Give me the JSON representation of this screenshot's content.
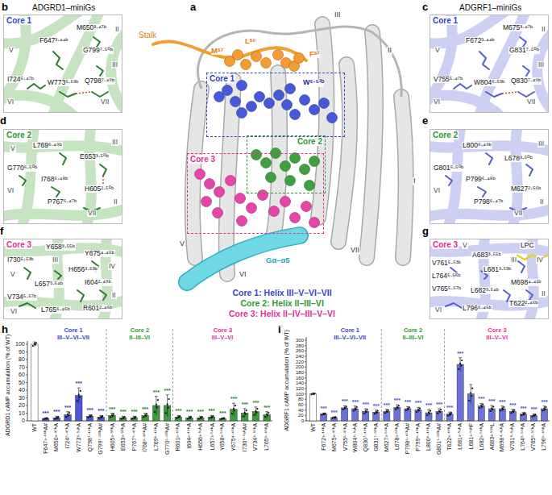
{
  "diagram": {
    "nodes": [
      {
        "text": [
          "Core 1"
        ]
      },
      {
        "text": [
          "Core 1"
        ]
      },
      {
        "text": [
          "Core 2"
        ]
      },
      {
        "text": [
          "Core 3"
        ]
      },
      {
        "text": [
          "Core 1"
        ]
      },
      {
        "text": [
          "Core 2"
        ]
      },
      {
        "text": [
          "Core 2"
        ]
      },
      {
        "text": [
          "Core 3"
        ]
      },
      {
        "text": [
          "Core 3"
        ]
      }
    ],
    "labels": [
      "b",
      "ADGRD1–miniGs",
      "F647³·⁴⁴ᵇ",
      "M650³·⁴⁷ᵇ",
      "I724⁵·⁴⁷ᵇ",
      "W773⁶·⁵³ᵇ",
      "Q798⁷·⁴⁹ᵇ",
      "G799⁷·⁵⁰ᵇ",
      "V",
      "II",
      "III",
      "VI",
      "VII",
      "a",
      "Stalk",
      "Mˢ⁷",
      "Lˢ⁶",
      "Fˢ³",
      "W⁶·⁵³ᵇ",
      "Gα–α5",
      "I",
      "II",
      "III",
      "V",
      "VI",
      "VII",
      "Core 1: Helix III–V–VI–VII",
      "Core 2: Helix II–III–VI",
      "Core 3: Helix II–IV–III–V–VI",
      "c",
      "ADGRF1–miniGs",
      "F672³·⁴⁴ᵇ",
      "M675³·⁴⁷ᵇ",
      "G831⁷·⁵⁰ᵇ",
      "V755⁵·⁴⁷ᵇ",
      "W804⁶·⁵³ᵇ",
      "Q830⁷·⁴⁹ᵇ",
      "III",
      "II",
      "V",
      "VI",
      "VII",
      "d",
      "L769⁶·⁴⁹ᵇ",
      "G770⁶·⁵⁰ᵇ",
      "E653³·⁵⁰ᵇ",
      "I768⁶·⁴⁸ᵇ",
      "P767⁶·⁴⁷ᵇ",
      "H605²·⁵⁰ᵇ",
      "V",
      "III",
      "VI",
      "VII",
      "II",
      "e",
      "L800⁶·⁴⁹ᵇ",
      "G801⁶·⁵⁰ᵇ",
      "L678³·⁵⁰ᵇ",
      "P799⁶·⁴⁸ᵇ",
      "P798⁶·⁴⁷ᵇ",
      "M627²·⁵⁶ᵇ",
      "VI",
      "III",
      "VII",
      "II",
      "f",
      "I730⁵·⁵³ᵇ",
      "Y658³·⁵⁵ᵇ",
      "Y675⁴·⁴⁵ᵇ",
      "H656³·⁵³ᵇ",
      "L657³·⁵⁴ᵇ",
      "I604²·⁴⁹ᵇ",
      "V734⁵·⁵⁷ᵇ",
      "R601²·⁴⁶ᵇ",
      "L765⁶·⁴⁵ᵇ",
      "V",
      "III",
      "IV",
      "VI",
      "II",
      "g",
      "A683³·⁵⁵ᵇ",
      "V761⁵·⁵³ᵇ",
      "L764⁵·⁵⁶ᵇ",
      "L681³·⁵³ᵇ",
      "M698⁴·⁴¹ᵇ",
      "V765⁵·⁵⁷ᵇ",
      "L682³·⁵⁴ᵇ",
      "T622²·⁴⁵ᵇ",
      "L796⁶·⁴⁵ᵇ",
      "LPC",
      "V",
      "III",
      "IV",
      "VI",
      "II",
      "h",
      "ADGRD1 cAMP accumulation (% of WT)",
      "0",
      "10",
      "20",
      "30",
      "40",
      "50",
      "60",
      "70",
      "80",
      "90",
      "100",
      "Core 1",
      "III–V–VI–VII",
      "Core 2",
      "II–III–VI",
      "Core 3",
      "III–V–VI",
      "WT",
      "F647³·⁴⁴ᵇA#",
      "M650³·⁴⁷ᵇA",
      "I724⁵·⁴⁷ᵇA",
      "W773⁶·⁵³ᵇA",
      "Q798⁷·⁴⁹ᵇA",
      "G799⁷·⁵⁰ᵇA#",
      "H605²·⁵⁰ᵇA",
      "E653³·⁵⁰ᵇA",
      "P767⁶·⁴⁷ᵇA",
      "I768⁶·⁴⁸ᵇA#",
      "L769⁶·⁴⁹ᵇA",
      "G770⁶·⁵⁰ᵇA#",
      "R601²·⁴⁶ᵇA",
      "I604²·⁴⁹ᵇA",
      "H656³·⁵³ᵇA",
      "L657³·⁵⁴ᵇA",
      "Y658³·⁵⁵ᵇA",
      "Y675⁴·⁴⁵ᵇA",
      "I730⁵·⁵³ᵇA#",
      "V734⁵·⁵⁷ᵇA",
      "L765⁶·⁴⁵ᵇA",
      "***",
      "***",
      "***",
      "***",
      "***",
      "***",
      "***",
      "***",
      "***",
      "***",
      "***",
      "***",
      "***",
      "***",
      "***",
      "***",
      "***",
      "***",
      "***",
      "***",
      "***",
      "i",
      "ADGRF1 cAMP accumulation (% of WT)",
      "0",
      "20",
      "40",
      "60",
      "80",
      "100",
      "120",
      "140",
      "160",
      "180",
      "200",
      "220",
      "240",
      "260",
      "280",
      "300",
      "Core 1",
      "III–V–VI–VII",
      "Core 2",
      "II–III–VI",
      "Core 3",
      "III–V–VI",
      "WT",
      "F672³·⁴⁴ᵇA",
      "M675³·⁴⁷ᵇA",
      "V755⁵·⁴⁷ᵇA",
      "W804⁶·⁵³ᵇA",
      "Q830⁷·⁴⁹ᵇA",
      "G831⁷·⁵⁰ᵇA",
      "M627²·⁵⁶ᵇA",
      "L678³·⁵⁰ᵇA",
      "P798⁶·⁴⁷ᵇA#",
      "P799⁶·⁴⁸ᵇA",
      "L800⁶·⁴⁹ᵇA",
      "G801⁶·⁵⁰ᵇA#",
      "T622²·⁴⁵ᵇA",
      "L681³·⁵³ᵇA",
      "L681³·⁵³ᵇF",
      "L682³·⁵⁴ᵇA",
      "A683³·⁵⁵ᵇL",
      "M698⁴·⁴¹ᵇA",
      "V761⁵·⁵³ᵇA",
      "L764⁵·⁵⁶ᵇA",
      "V765⁵·⁵⁷ᵇA",
      "L796⁶·⁴⁵ᵇA",
      "***",
      "***",
      "***",
      "***",
      "***",
      "***",
      "***",
      "***",
      "***",
      "***",
      "***",
      "***",
      "***",
      "***",
      "***",
      "***",
      "***",
      "***",
      "***",
      "***",
      "***"
    ]
  }
}
